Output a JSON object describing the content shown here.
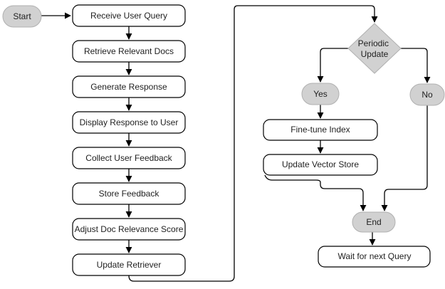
{
  "diagram": {
    "type": "flowchart",
    "title": "RAG feedback loop flowchart",
    "colors": {
      "background": "#ffffff",
      "process_fill": "#ffffff",
      "terminal_fill": "#d1d1d1",
      "stroke": "#000000",
      "text": "#1f1f1f"
    },
    "nodes": {
      "start": {
        "label": "Start",
        "shape": "stadium"
      },
      "receive": {
        "label": "Receive User Query",
        "shape": "rounded-rect"
      },
      "retrieve": {
        "label": "Retrieve Relevant Docs",
        "shape": "rounded-rect"
      },
      "generate": {
        "label": "Generate Response",
        "shape": "rounded-rect"
      },
      "display": {
        "label": "Display Response to User",
        "shape": "rounded-rect"
      },
      "collect": {
        "label": "Collect User Feedback",
        "shape": "rounded-rect"
      },
      "store_feedback": {
        "label": "Store Feedback",
        "shape": "rounded-rect"
      },
      "adjust": {
        "label": "Adjust Doc Relevance Score",
        "shape": "rounded-rect"
      },
      "update_retriever": {
        "label": "Update Retriever",
        "shape": "rounded-rect"
      },
      "periodic": {
        "label": "Periodic Update",
        "line1": "Periodic",
        "line2": "Update",
        "shape": "diamond"
      },
      "yes": {
        "label": "Yes",
        "shape": "stadium"
      },
      "no": {
        "label": "No",
        "shape": "stadium"
      },
      "finetune": {
        "label": "Fine-tune Index",
        "shape": "rounded-rect"
      },
      "update_vector": {
        "label": "Update Vector Store",
        "shape": "rounded-rect"
      },
      "end": {
        "label": "End",
        "shape": "stadium"
      },
      "wait": {
        "label": "Wait for next Query",
        "shape": "rounded-rect"
      }
    },
    "edges": [
      {
        "from": "start",
        "to": "receive"
      },
      {
        "from": "receive",
        "to": "retrieve"
      },
      {
        "from": "retrieve",
        "to": "generate"
      },
      {
        "from": "generate",
        "to": "display"
      },
      {
        "from": "display",
        "to": "collect"
      },
      {
        "from": "collect",
        "to": "store_feedback"
      },
      {
        "from": "store_feedback",
        "to": "adjust"
      },
      {
        "from": "adjust",
        "to": "update_retriever"
      },
      {
        "from": "update_retriever",
        "to": "periodic"
      },
      {
        "from": "periodic",
        "to": "yes"
      },
      {
        "from": "periodic",
        "to": "no"
      },
      {
        "from": "yes",
        "to": "finetune"
      },
      {
        "from": "finetune",
        "to": "update_vector"
      },
      {
        "from": "update_vector",
        "to": "end"
      },
      {
        "from": "no",
        "to": "end"
      },
      {
        "from": "end",
        "to": "wait"
      }
    ]
  }
}
